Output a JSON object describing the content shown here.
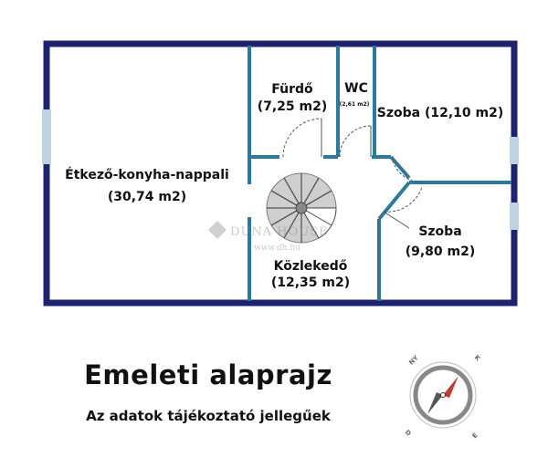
{
  "rooms": {
    "living": {
      "name": "Étkező-konyha-nappali",
      "area": "(30,74 m2)"
    },
    "bath": {
      "name": "Fürdő",
      "area": "(7,25 m2)"
    },
    "wc": {
      "name": "WC",
      "area": "(2,61 m2)"
    },
    "room1": {
      "name": "Szoba (12,10 m2)"
    },
    "room2": {
      "name": "Szoba",
      "area": "(9,80 m2)"
    },
    "corridor": {
      "name": "Közlekedő",
      "area": "(12,35 m2)"
    }
  },
  "watermark": {
    "brand": "DUNA HOUSE",
    "url": "www.dh.hu"
  },
  "title": "Emeleti alaprajz",
  "subtitle": "Az adatok tájékoztató jellegűek",
  "compass": {
    "n": "NY",
    "e": "K",
    "s": "D",
    "w": "É"
  },
  "colors": {
    "outer_wall": "#1d2370",
    "inner_wall": "#2a7aa0",
    "window": "#bcd3e2",
    "door": "#555555",
    "compass_needle": "#c0392b"
  }
}
